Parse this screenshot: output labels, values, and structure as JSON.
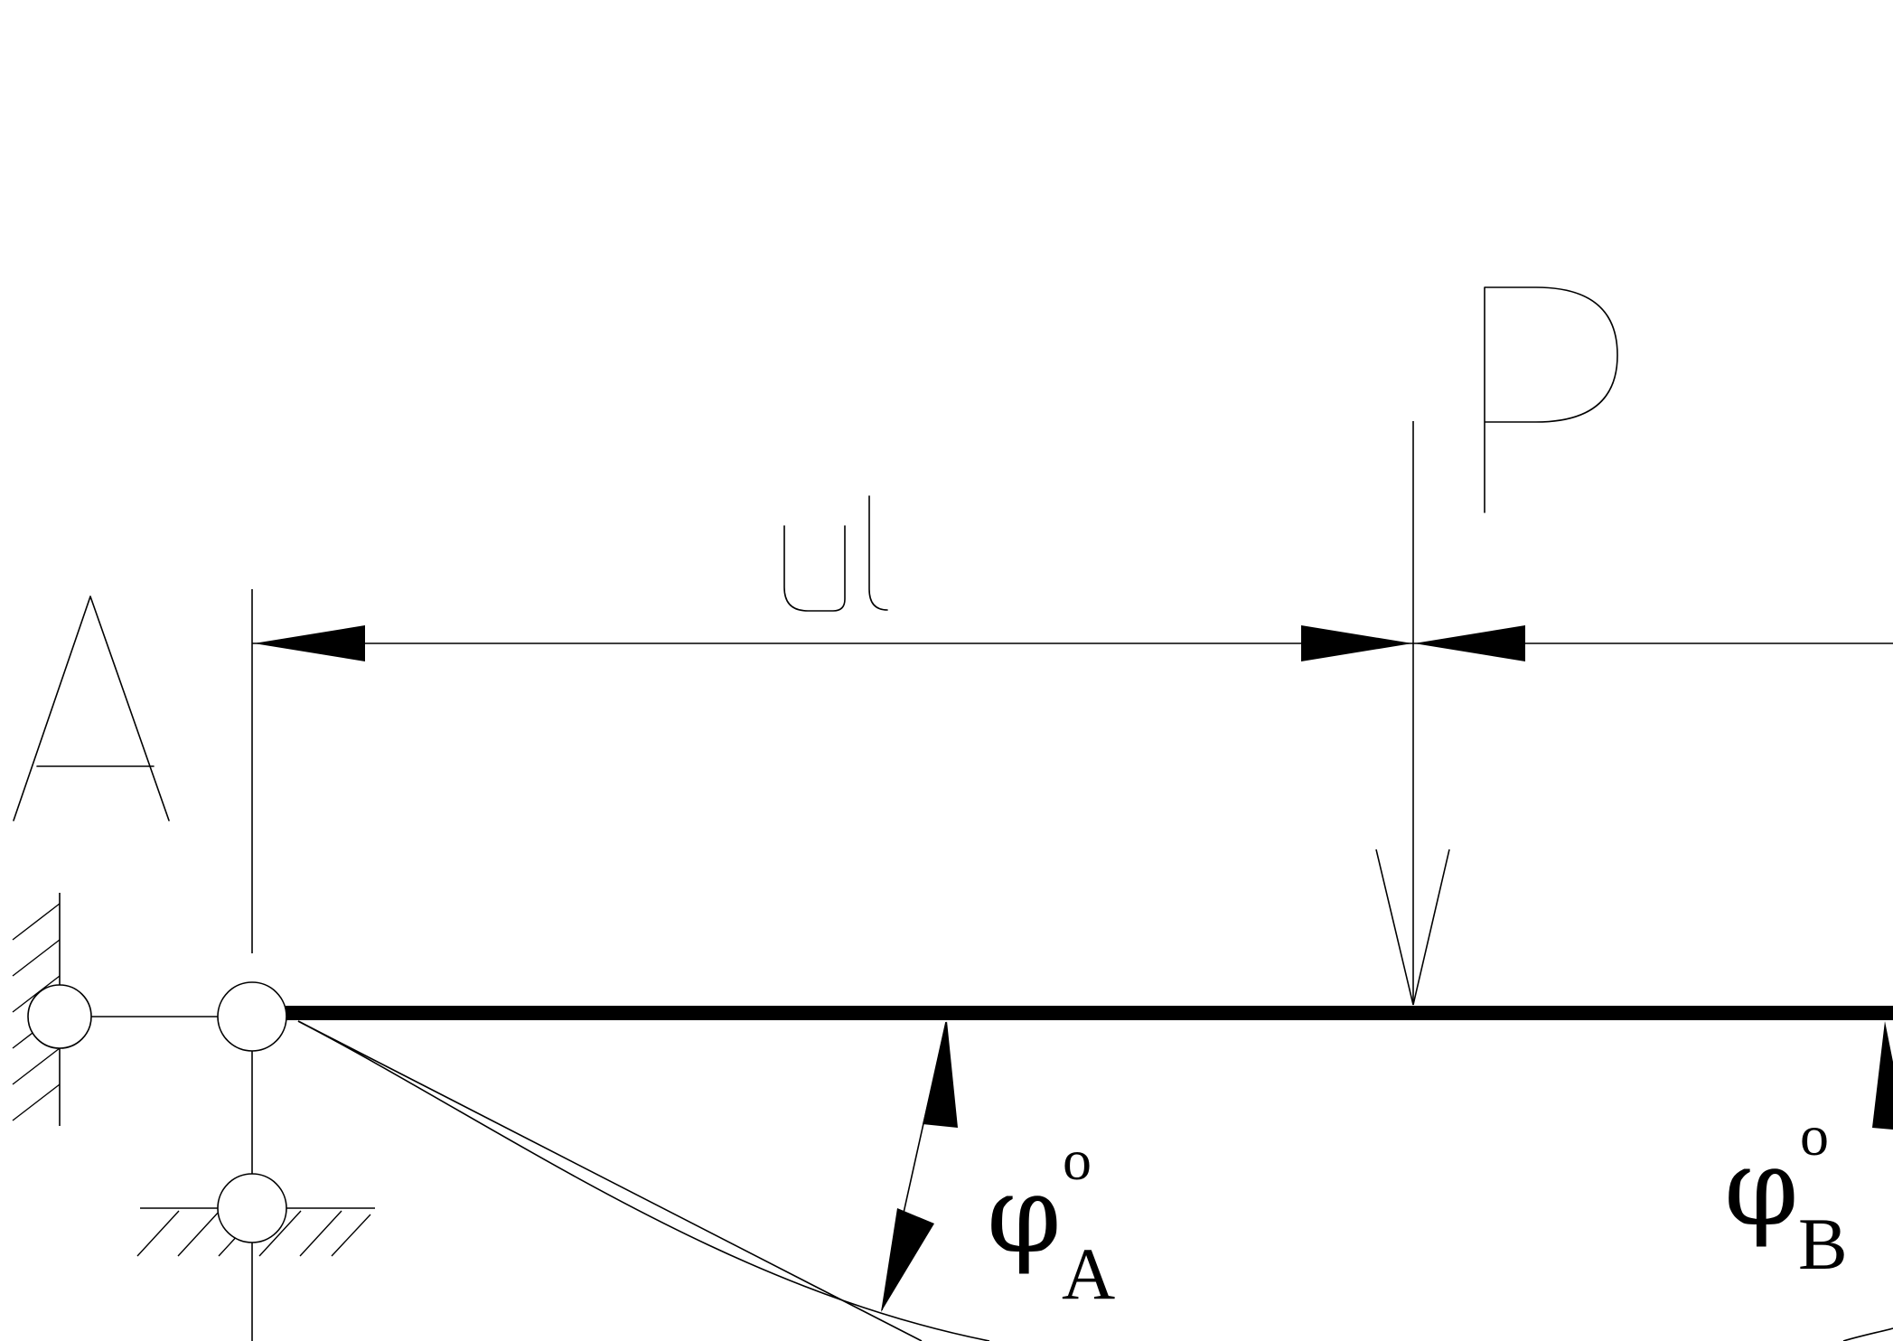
{
  "labels": {
    "support": "A",
    "dimension": "ul",
    "load": "P",
    "angle_a_symbol": "φ",
    "angle_a_superscript": "o",
    "angle_a_subscript": "A",
    "angle_b_symbol": "φ",
    "angle_b_superscript": "o",
    "angle_b_subscript": "B"
  },
  "colors": {
    "ink": "#000000",
    "background": "#ffffff"
  }
}
